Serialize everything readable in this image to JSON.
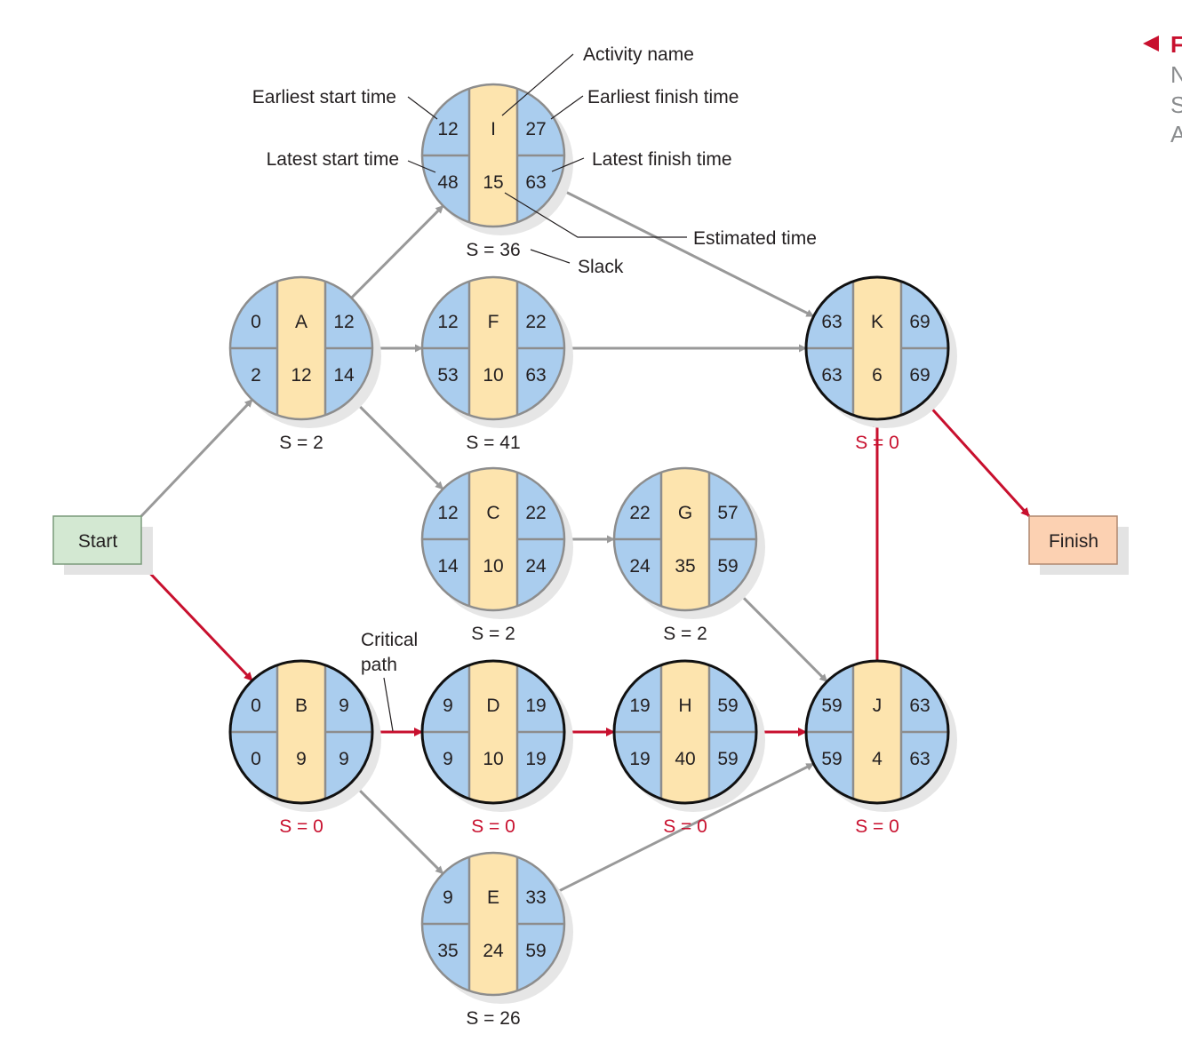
{
  "colors": {
    "critical": "#c8102e",
    "normal": "#999999",
    "node_fill": "#aacdee",
    "name_fill": "#fde4ae",
    "start_fill": "#d3e8d2",
    "finish_fill": "#fcd1b2",
    "text": "#231f20",
    "fig_gray": "#8a8c8e"
  },
  "figure_caption": {
    "title": "F",
    "lines": [
      "N",
      "S",
      "A"
    ]
  },
  "start_label": "Start",
  "finish_label": "Finish",
  "legend": {
    "activity_name": "Activity name",
    "earliest_start": "Earliest start time",
    "earliest_finish": "Earliest finish time",
    "latest_start": "Latest start time",
    "latest_finish": "Latest finish time",
    "estimated_time": "Estimated time",
    "slack": "Slack",
    "critical_path_line1": "Critical",
    "critical_path_line2": "path"
  },
  "activities": [
    {
      "id": "I",
      "es": "12",
      "ef": "27",
      "ls": "48",
      "lf": "63",
      "t": "15",
      "slack": "S = 36",
      "critical": false
    },
    {
      "id": "A",
      "es": "0",
      "ef": "12",
      "ls": "2",
      "lf": "14",
      "t": "12",
      "slack": "S = 2",
      "critical": false
    },
    {
      "id": "F",
      "es": "12",
      "ef": "22",
      "ls": "53",
      "lf": "63",
      "t": "10",
      "slack": "S = 41",
      "critical": false
    },
    {
      "id": "K",
      "es": "63",
      "ef": "69",
      "ls": "63",
      "lf": "69",
      "t": "6",
      "slack": "S = 0",
      "critical": true
    },
    {
      "id": "C",
      "es": "12",
      "ef": "22",
      "ls": "14",
      "lf": "24",
      "t": "10",
      "slack": "S = 2",
      "critical": false
    },
    {
      "id": "G",
      "es": "22",
      "ef": "57",
      "ls": "24",
      "lf": "59",
      "t": "35",
      "slack": "S = 2",
      "critical": false
    },
    {
      "id": "B",
      "es": "0",
      "ef": "9",
      "ls": "0",
      "lf": "9",
      "t": "9",
      "slack": "S = 0",
      "critical": true
    },
    {
      "id": "D",
      "es": "9",
      "ef": "19",
      "ls": "9",
      "lf": "19",
      "t": "10",
      "slack": "S = 0",
      "critical": true
    },
    {
      "id": "H",
      "es": "19",
      "ef": "59",
      "ls": "19",
      "lf": "59",
      "t": "40",
      "slack": "S = 0",
      "critical": true
    },
    {
      "id": "J",
      "es": "59",
      "ef": "63",
      "ls": "59",
      "lf": "63",
      "t": "4",
      "slack": "S = 0",
      "critical": true
    },
    {
      "id": "E",
      "es": "9",
      "ef": "33",
      "ls": "35",
      "lf": "59",
      "t": "24",
      "slack": "S = 26",
      "critical": false
    }
  ],
  "edges": [
    {
      "from": "Start",
      "to": "A",
      "critical": false
    },
    {
      "from": "Start",
      "to": "B",
      "critical": true
    },
    {
      "from": "A",
      "to": "I",
      "critical": false
    },
    {
      "from": "A",
      "to": "F",
      "critical": false
    },
    {
      "from": "A",
      "to": "C",
      "critical": false
    },
    {
      "from": "I",
      "to": "K",
      "critical": false
    },
    {
      "from": "F",
      "to": "K",
      "critical": false
    },
    {
      "from": "C",
      "to": "G",
      "critical": false
    },
    {
      "from": "G",
      "to": "J",
      "critical": false
    },
    {
      "from": "B",
      "to": "D",
      "critical": true
    },
    {
      "from": "B",
      "to": "E",
      "critical": false
    },
    {
      "from": "D",
      "to": "H",
      "critical": true
    },
    {
      "from": "H",
      "to": "J",
      "critical": true
    },
    {
      "from": "E",
      "to": "J",
      "critical": false
    },
    {
      "from": "J",
      "to": "K",
      "critical": true
    },
    {
      "from": "K",
      "to": "Finish",
      "critical": true
    }
  ]
}
